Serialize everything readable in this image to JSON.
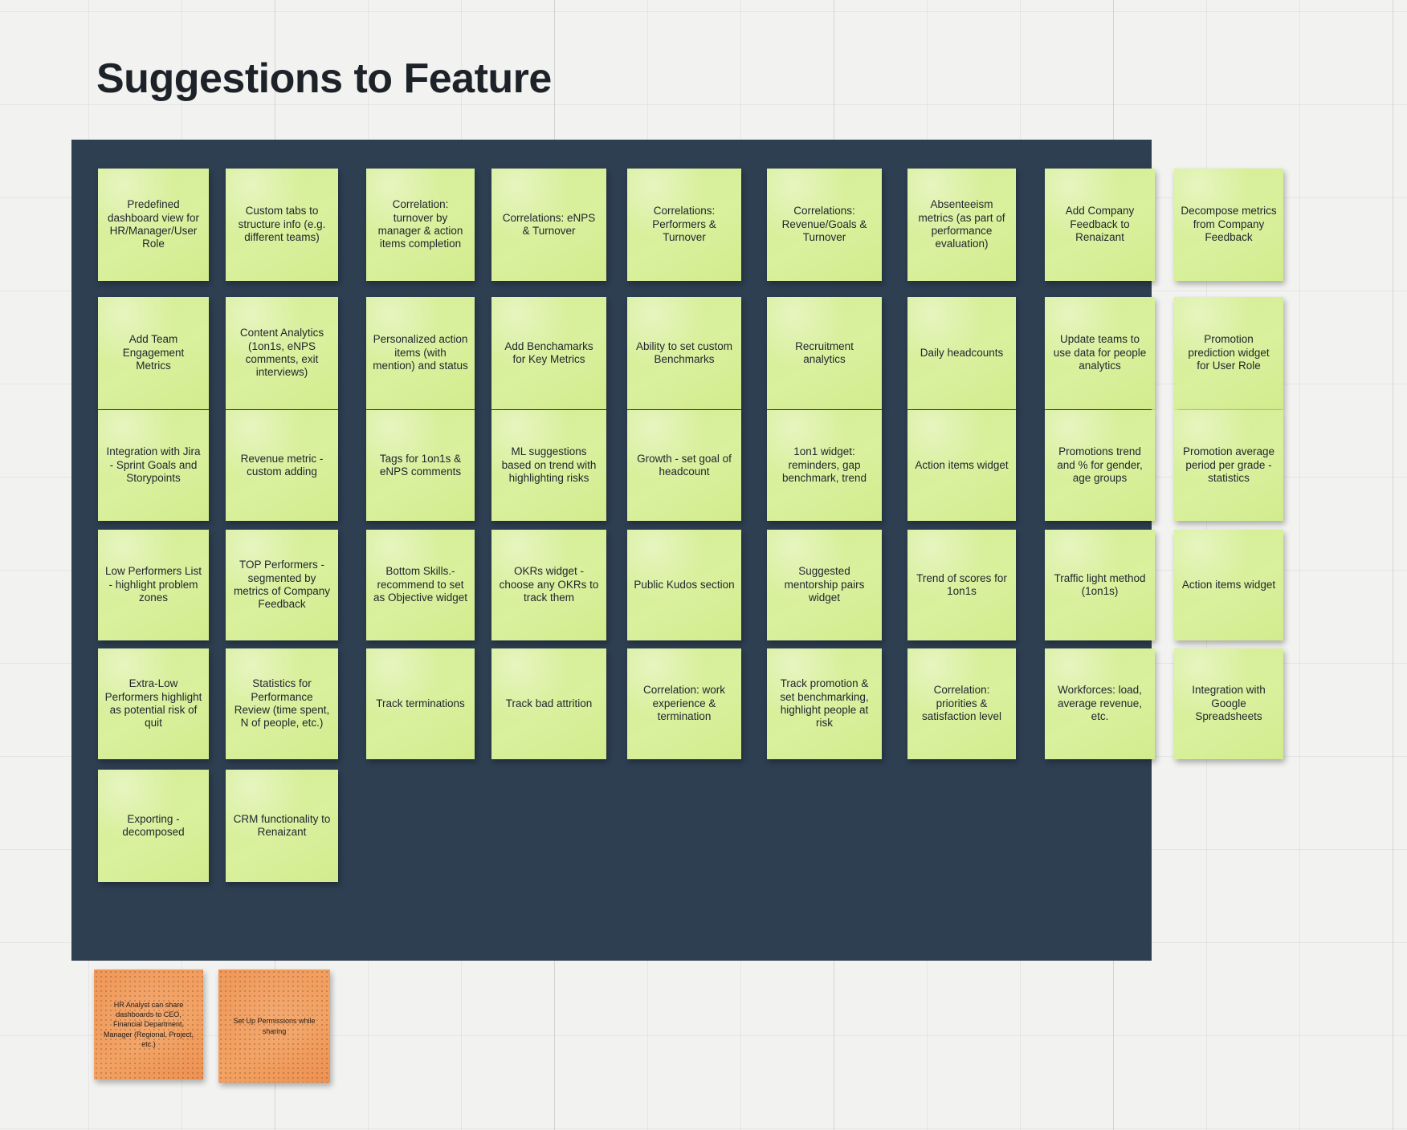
{
  "page": {
    "title": "Suggestions to Feature",
    "board_color": "#2e3f52",
    "canvas_color": "#f2f2f0",
    "green_note_color": "#d7ef99",
    "orange_note_color": "#f1a063"
  },
  "board": {
    "columns": 9,
    "rows": 6,
    "green_notes": [
      [
        "Predefined dashboard view for HR/Manager/User Role",
        "Custom tabs to structure info (e.g. different teams)",
        "Correlation: turnover by manager & action items completion",
        "Correlations: eNPS & Turnover",
        "Correlations: Performers & Turnover",
        "Correlations: Revenue/Goals & Turnover",
        "Absenteeism metrics (as part of performance evaluation)",
        "Add Company Feedback to Renaizant",
        "Decompose metrics from Company Feedback"
      ],
      [
        "Add Team Engagement Metrics",
        "Content Analytics (1on1s, eNPS comments, exit interviews)",
        "Personalized action items (with mention) and status",
        "Add Benchamarks for Key Metrics",
        "Ability to set custom Benchmarks",
        "Recruitment analytics",
        "Daily headcounts",
        "Update teams to use data for people analytics",
        "Promotion prediction widget for User Role"
      ],
      [
        "Integration with Jira - Sprint Goals and Storypoints",
        "Revenue metric - custom adding",
        "Tags for 1on1s & eNPS comments",
        "ML suggestions based on trend with highlighting risks",
        "Growth - set goal of headcount",
        "1on1 widget: reminders, gap benchmark, trend",
        "Action items widget",
        "Promotions trend and % for gender, age groups",
        "Promotion average period per grade - statistics"
      ],
      [
        "Low Performers List - highlight problem zones",
        "TOP Performers - segmented by metrics of Company Feedback",
        "Bottom Skills.- recommend to set as Objective widget",
        "OKRs widget - choose any OKRs to track them",
        "Public Kudos section",
        "Suggested mentorship pairs widget",
        "Trend of scores for 1on1s",
        "Traffic light method (1on1s)",
        "Action items widget"
      ],
      [
        "Extra-Low Performers highlight as potential risk of quit",
        "Statistics for Performance Review (time spent, N of people, etc.)",
        "Track terminations",
        "Track bad attrition",
        "Correlation: work experience & termination",
        "Track promotion & set benchmarking, highlight people at risk",
        "Correlation: priorities & satisfaction level",
        "Workforces: load, average revenue, etc.",
        "Integration with Google Spreadsheets"
      ],
      [
        "Exporting - decomposed",
        "CRM functionality to Renaizant"
      ]
    ],
    "orange_notes": [
      "HR Analyst can share dashboards to CEO, Financial Department, Manager (Regional, Project, etc.)",
      "Set Up Permissions while sharing"
    ]
  }
}
